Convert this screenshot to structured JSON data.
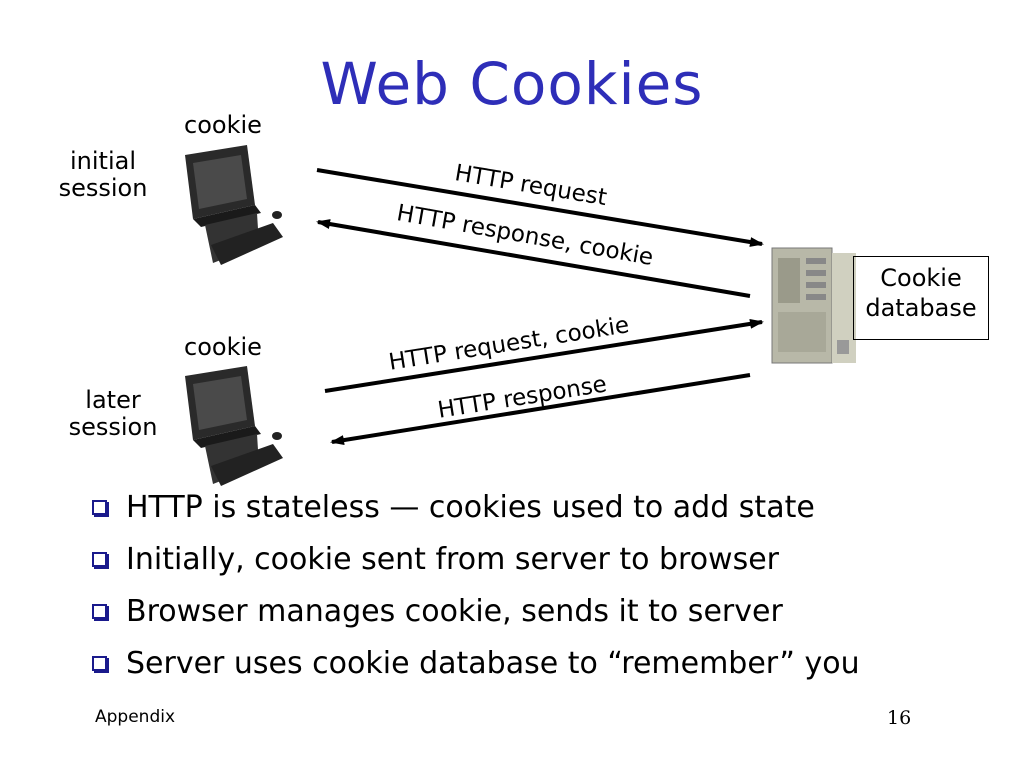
{
  "slide": {
    "title": "Web Cookies",
    "footer_left": "Appendix",
    "page_number": "16"
  },
  "diagram": {
    "cookie_top": "cookie",
    "cookie_bottom": "cookie",
    "initial_session": [
      "initial",
      "session"
    ],
    "later_session": [
      "later",
      "session"
    ],
    "messages": {
      "http_request": "HTTP request",
      "http_response_cookie": "HTTP response, cookie",
      "http_request_cookie": "HTTP request, cookie",
      "http_response": "HTTP response"
    },
    "database": [
      "Cookie",
      "database"
    ]
  },
  "bullets": [
    "HTTP is stateless — cookies used to add state",
    "Initially, cookie sent from server to browser",
    "Browser manages cookie, sends it to server",
    "Server uses cookie database to “remember” you"
  ]
}
